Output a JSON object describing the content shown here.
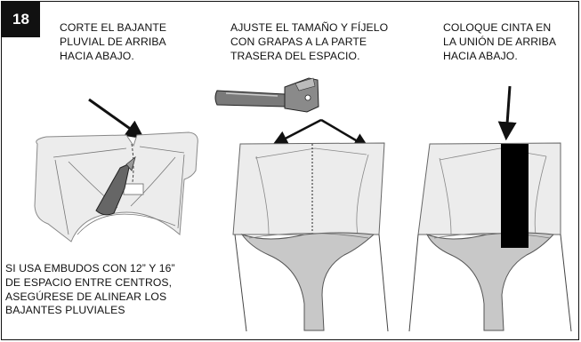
{
  "step": {
    "number": "18"
  },
  "captions": {
    "cut": [
      "CORTE EL BAJANTE",
      "PLUVIAL DE ARRIBA",
      "HACIA ABAJO."
    ],
    "adjust": [
      "AJUSTE EL TAMAÑO Y FÍJELO",
      "CON GRAPAS A LA PARTE",
      "TRASERA DEL ESPACIO."
    ],
    "tape": [
      "COLOQUE CINTA EN",
      "LA UNIÓN DE ARRIBA",
      "HACIA ABAJO."
    ],
    "note": [
      "SI USA EMBUDOS CON 12” Y 16”",
      "DE ESPACIO ENTRE CENTROS,",
      "ASEGÚRESE DE ALINEAR LOS",
      "BAJANTES PLUVIALES"
    ]
  },
  "illustrations": {
    "panel1": "snips-cutting-downspout",
    "panel2": "stapler-joining-downspout",
    "panel3": "tape-on-seam"
  },
  "colors": {
    "ink": "#111111",
    "gutter_fill": "#ececec",
    "funnel_fill": "#c8c8c8",
    "tape": "#000000"
  }
}
